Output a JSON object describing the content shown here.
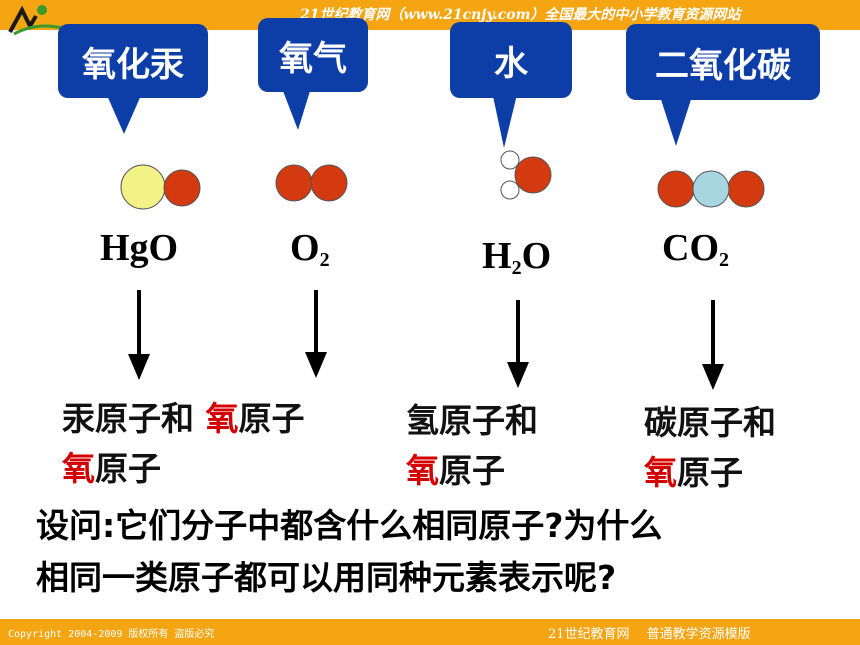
{
  "header": {
    "banner": "21世纪教育网（www.21cnjy.com）全国最大的中小学教育资源网站"
  },
  "footer": {
    "copyright": "Copyright 2004-2009 版权所有 盗版必究",
    "right": "21世纪教育网　 普通教学资源模版"
  },
  "colors": {
    "bar": "#f5a412",
    "callout": "#0d3ea8",
    "oxygen_atom": "#d43a10",
    "mercury_atom": "#f2f287",
    "carbon_atom": "#a8d6e0",
    "hydrogen_atom": "#ffffff",
    "highlight": "#d40000"
  },
  "substances": [
    {
      "name": "氧化汞",
      "formula_main": "HgO",
      "formula_sub": "",
      "formula_tail": "",
      "atoms_line1_prefix": "汞原子和",
      "atoms_line1_red": "氧",
      "atoms_line1_suffix": "原子",
      "atoms_line2_red": "氧",
      "atoms_line2_suffix": "原子"
    },
    {
      "name": "氧气",
      "formula_main": "O",
      "formula_sub": "2",
      "formula_tail": ""
    },
    {
      "name": "水",
      "formula_main": "H",
      "formula_sub": "2",
      "formula_tail": "O",
      "atoms_line1": "氢原子和",
      "atoms_line2_red": "氧",
      "atoms_line2_suffix": "原子"
    },
    {
      "name": "二氧化碳",
      "formula_main": "CO",
      "formula_sub": "2",
      "formula_tail": "",
      "atoms_line1": "碳原子和",
      "atoms_line2_red": "氧",
      "atoms_line2_suffix": "原子"
    }
  ],
  "question": {
    "line1": "设问:它们分子中都含什么相同原子?为什么",
    "line2": "相同一类原子都可以用同种元素表示呢?"
  }
}
